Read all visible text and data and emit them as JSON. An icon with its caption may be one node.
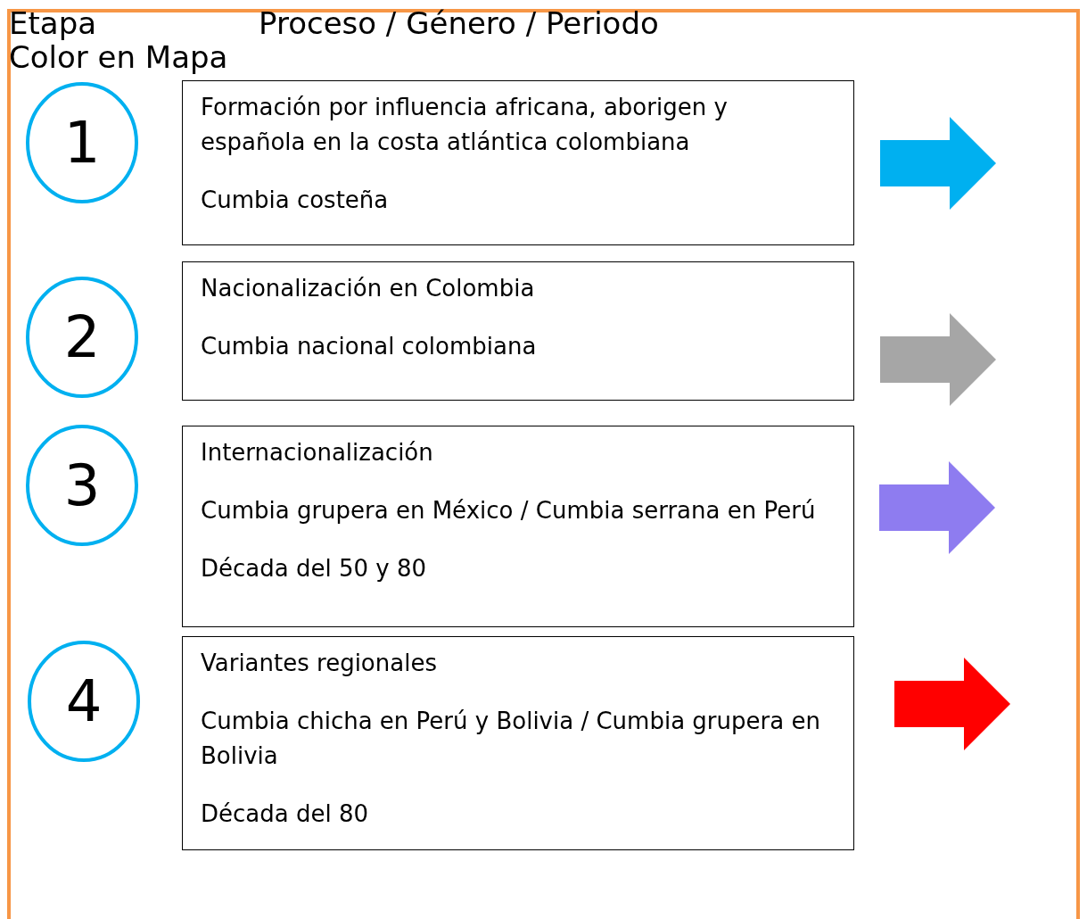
{
  "diagram": {
    "nodes": [
      {
        "text": [
          "1"
        ]
      },
      {
        "text": [
          "Formación por influencia africana, aborigen y española en la costa atlántica colombiana",
          "Cumbia costeña"
        ]
      },
      {
        "text": [],
        "shape": "arrow"
      },
      {
        "text": [
          "2"
        ]
      },
      {
        "text": [
          "Nacionalización en  Colombia",
          "Cumbia nacional colombiana"
        ]
      },
      {
        "text": [],
        "shape": "arrow"
      },
      {
        "text": [
          "3"
        ]
      },
      {
        "text": [
          "Internacionalización",
          "Cumbia grupera en México / Cumbia serrana en Perú",
          "Década del 50 y 80"
        ]
      },
      {
        "text": [],
        "shape": "arrow"
      },
      {
        "text": [
          "4"
        ]
      },
      {
        "text": [
          "Variantes regionales",
          "Cumbia chicha  en Perú y Bolivia / Cumbia grupera en Bolivia",
          "Década del 80"
        ]
      },
      {
        "text": [],
        "shape": "arrow"
      }
    ],
    "labels": [
      "Etapa",
      "Proceso / Género / Periodo",
      "Color en Mapa"
    ]
  }
}
